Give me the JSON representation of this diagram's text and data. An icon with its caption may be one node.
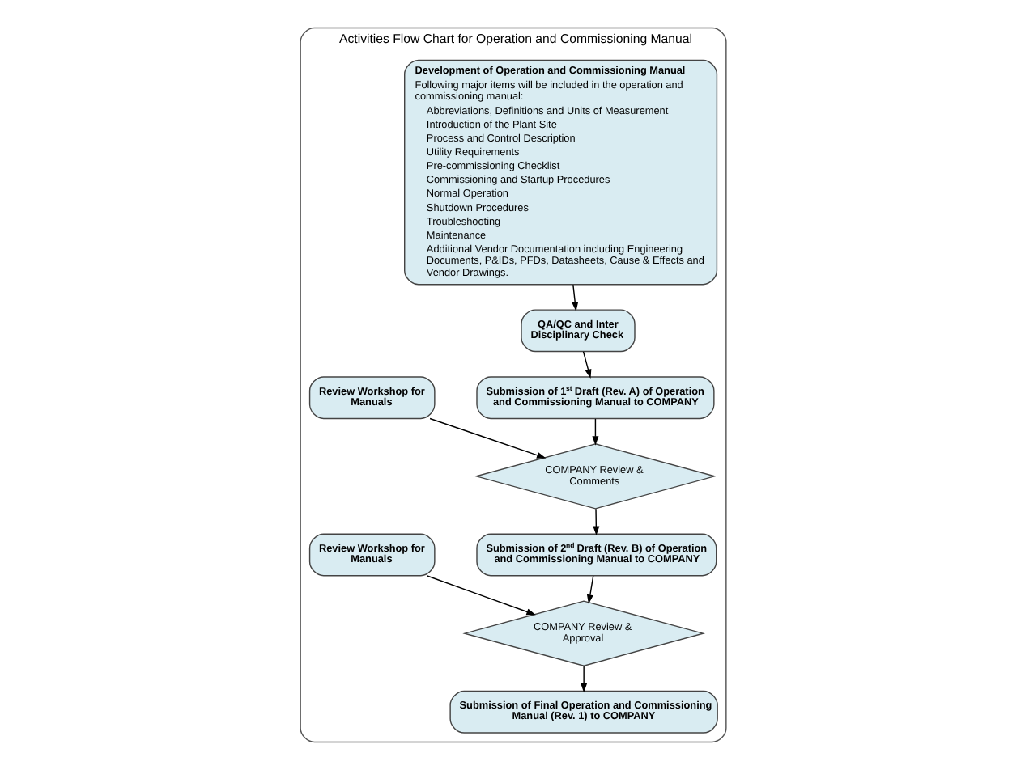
{
  "diagram": {
    "nodes": [
      {
        "text": [
          "Activities Flow Chart for Operation and Commissioning Manual"
        ]
      },
      {
        "text": [
          "Development of Operation and Commissioning Manual",
          "Following major items will be included in the operation and commissioning manual:",
          "Abbreviations, Definitions and Units of Measurement",
          "Introduction of the Plant Site",
          "Process and Control Description",
          "Utility Requirements",
          "Pre-commissioning Checklist",
          "Commissioning and Startup Procedures",
          "Normal Operation",
          "Shutdown Procedures",
          "Troubleshooting",
          "Maintenance",
          "Additional Vendor Documentation including Engineering Documents, P&IDs, PFDs, Datasheets, Cause & Effects and Vendor Drawings."
        ],
        "in": 0
      },
      {
        "text": [
          "QA/QC and Inter Disciplinary Check"
        ],
        "in": 0
      },
      {
        "text": [
          "Review Workshop for Manuals"
        ],
        "in": 0
      },
      {
        "text": [
          "Submission of 1$^{st}$ Draft (Rev. A) of Operation and Commissioning Manual to COMPANY"
        ],
        "in": 0
      },
      {
        "text": [
          "COMPANY Review & Comments"
        ],
        "in": 0
      },
      {
        "text": [
          "Review Workshop for Manuals"
        ],
        "in": 0
      },
      {
        "text": [
          "Submission of 2$^{nd}$ Draft (Rev. B) of Operation and Commissioning Manual to COMPANY"
        ],
        "in": 0
      },
      {
        "text": [
          "COMPANY Review & Approval"
        ],
        "in": 0
      },
      {
        "text": [
          "Submission of Final Operation and Commissioning Manual (Rev. 1) to COMPANY"
        ],
        "in": 0
      }
    ],
    "edges": [
      {
        "from": 1,
        "to": 2,
        "arrow": "to"
      },
      {
        "from": 2,
        "to": 4,
        "arrow": "to"
      },
      {
        "from": 4,
        "to": 5,
        "arrow": "to"
      },
      {
        "from": 3,
        "to": 5,
        "arrow": "to"
      },
      {
        "from": 5,
        "to": 7,
        "arrow": "to"
      },
      {
        "from": 7,
        "to": 8,
        "arrow": "to"
      },
      {
        "from": 6,
        "to": 8,
        "arrow": "to"
      },
      {
        "from": 8,
        "to": 9,
        "arrow": "to"
      }
    ]
  }
}
